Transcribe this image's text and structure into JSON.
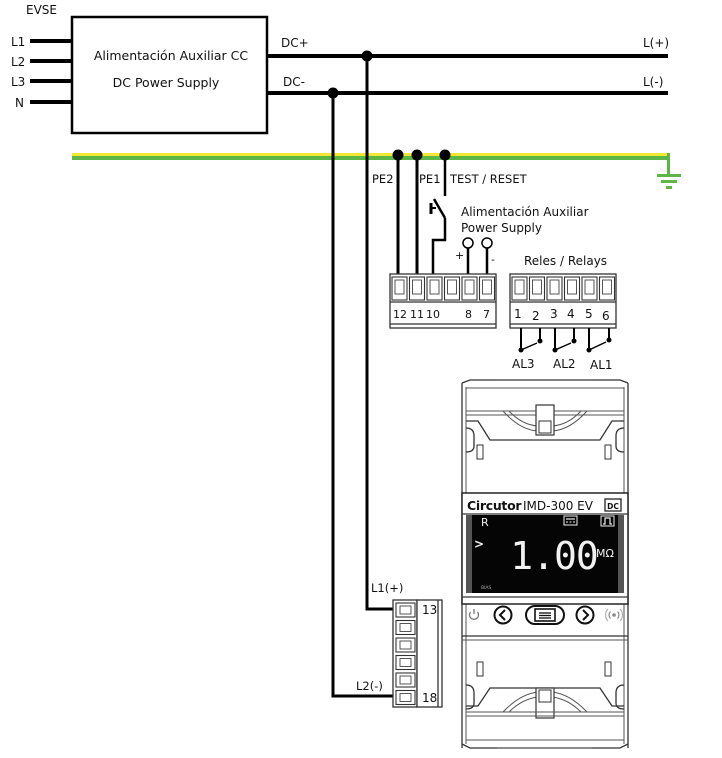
{
  "diagram": {
    "title": "IMD-300 EV wiring diagram",
    "evse_label": "EVSE",
    "ac_inputs": [
      "L1",
      "L2",
      "L3",
      "N"
    ],
    "power_supply": {
      "line1": "Alimentación Auxiliar CC",
      "line2": "DC Power Supply"
    },
    "dc_outputs": {
      "positive": "DC+",
      "negative": "DC-"
    },
    "bus_labels": {
      "positive": "L(+)",
      "negative": "L(-)"
    },
    "earth": {
      "color_green": "#5cb646",
      "color_yellow": "#f2e833"
    },
    "earth_taps": [
      "PE2",
      "PE1",
      "TEST / RESET"
    ],
    "aux_supply": {
      "line1": "Alimentación  Auxiliar",
      "line2": "Power Supply",
      "plus": "+",
      "minus": "-"
    },
    "left_terminal_block": {
      "pins": [
        "12",
        "11",
        "10",
        "",
        "8",
        "7"
      ]
    },
    "relays": {
      "title": "Reles / Relays",
      "pins": [
        "1",
        "2",
        "3",
        "4",
        "5",
        "6"
      ],
      "alarms": [
        "AL3",
        "AL2",
        "AL1"
      ]
    },
    "measurement_terminal": {
      "top_label": "L1(+)",
      "bottom_label": "L2(-)",
      "top_pin": "13",
      "bottom_pin": "18"
    },
    "device": {
      "brand": "Circutor",
      "model": "IMD-300 EV",
      "dc_badge": "DC",
      "display": {
        "flag_r": "R",
        "arrow": ">",
        "value": "1.00",
        "unit": "MΩ",
        "small_text": "BIAS"
      }
    }
  }
}
